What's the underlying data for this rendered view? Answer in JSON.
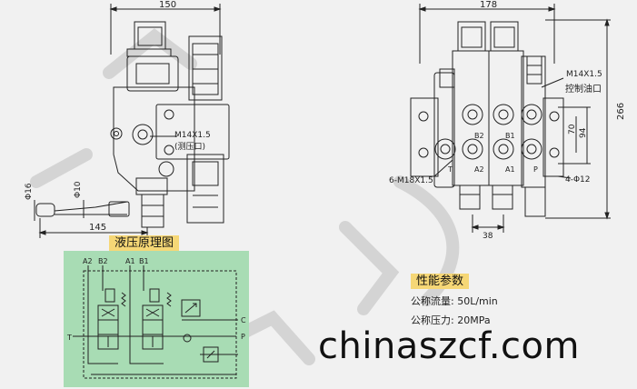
{
  "schematic_title": "液压原理图",
  "performance": {
    "title": "性能参数",
    "flow": "公称流量: 50L/min",
    "pressure": "公称压力: 20MPa"
  },
  "website": "chinaszcf.com",
  "left_view": {
    "dim_width": "150",
    "dim_length": "145",
    "dim_d16": "Φ16",
    "dim_d10": "Φ10",
    "port_label_1": "M14X1.5",
    "port_label_2": "(测压口)"
  },
  "right_view": {
    "dim_width": "178",
    "dim_height": "266",
    "dim_70": "70",
    "dim_94": "94",
    "dim_38": "38",
    "thread_label": "M14X1.5",
    "control_port": "控制油口",
    "mount_thread": "6-M18X1.5",
    "mount_holes": "4-Φ12",
    "ports": [
      "B2",
      "B1",
      "T",
      "A2",
      "A1",
      "P"
    ]
  },
  "schematic": {
    "top_ports": [
      "A2",
      "B2",
      "A1",
      "B1"
    ],
    "side_ports": [
      "T",
      "C",
      "P"
    ]
  },
  "colors": {
    "background": "#f1f1f1",
    "schematic_bg": "#a8dcb4",
    "header_bg": "#f6d776",
    "line": "#222222"
  }
}
